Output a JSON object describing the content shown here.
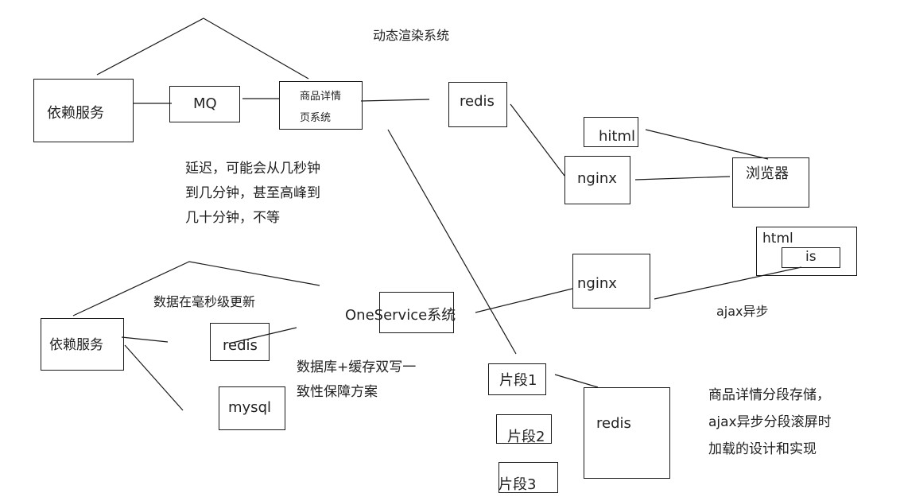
{
  "title": "动态渲染系统",
  "nodes": {
    "dep_service_top": "依赖服务",
    "mq": "MQ",
    "product_detail_system_line1": "商品详情",
    "product_detail_system_line2": "页系统",
    "redis_top": "redis",
    "hitml": "hitml",
    "nginx_top": "nginx",
    "browser": "浏览器",
    "html_container": "html",
    "js": "is",
    "nginx_mid": "nginx",
    "dep_service_bottom": "依赖服务",
    "redis_bottom": "redis",
    "mysql": "mysql",
    "oneservice": "OneService系统",
    "segment1": "片段1",
    "segment2": "片段2",
    "segment3": "片段3",
    "redis_segments": "redis"
  },
  "notes": {
    "delay": "延迟，可能会从几秒钟\n到几分钟，甚至高峰到\n几十分钟，不等",
    "ms_update": "数据在毫秒级更新",
    "ajax_async": "ajax异步",
    "double_write": "数据库+缓存双写一\n致性保障方案",
    "segment_storage": "商品详情分段存储，\najax异步分段滚屏时\n加载的设计和实现"
  }
}
